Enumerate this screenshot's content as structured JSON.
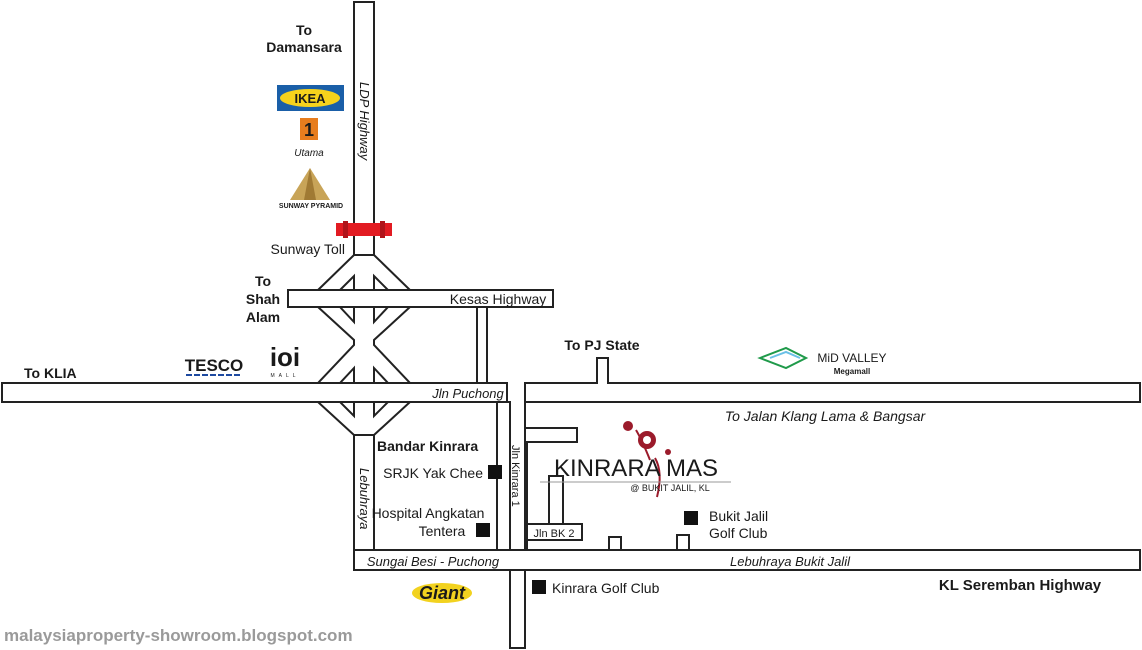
{
  "places": {
    "to_damansara_1": "To",
    "to_damansara_2": "Damansara",
    "ldp_highway": "LDP Highway",
    "sunway_toll": "Sunway Toll",
    "to_shah_1": "To",
    "to_shah_2": "Shah",
    "to_shah_3": "Alam",
    "kesas_highway": "Kesas Highway",
    "to_klia": "To KLIA",
    "to_pj_state": "To PJ State",
    "jln_puchong": "Jln Puchong",
    "to_jalan_klang": "To Jalan Klang Lama & Bangsar",
    "bandar_kinrara": "Bandar Kinrara",
    "srjk_yak_chee": "SRJK Yak Chee",
    "hospital_1": "Hospital Angkatan",
    "hospital_2": "Tentera",
    "lebuhraya": "Lebuhraya",
    "jln_kinrara_1": "Jln Kinrara 1",
    "jln_bk2": "Jln BK 2",
    "bukit_jalil_golf_1": "Bukit Jalil",
    "bukit_jalil_golf_2": "Golf Club",
    "sungai_besi_puchong": "Sungai Besi - Puchong",
    "lebuhraya_bukit_jalil": "Lebuhraya Bukit Jalil",
    "kinrara_golf_club": "Kinrara Golf Club",
    "kl_seremban": "KL Seremban Highway"
  },
  "logos": {
    "ikea": "IKEA",
    "one_utama": "Utama",
    "sunway_pyramid": "SUNWAY PYRAMID",
    "tesco": "TESCO",
    "ioi": "ioi",
    "ioi_mall": "MALL",
    "mid_valley": "MiD VALLEY",
    "megamall": "Megamall",
    "kinrara_mas": "KINRARA MAS",
    "kinrara_sub": "@ BUKIT JALIL, KL",
    "giant": "Giant"
  },
  "watermark": "malaysiaproperty-showroom.blogspot.com",
  "colors": {
    "road_outline": "#222222",
    "toll": "#e21b22",
    "ikea_blue": "#1a5fa8",
    "ikea_yellow": "#f6d21c",
    "tesco_red": "#e0232d",
    "tesco_blue": "#1e4aa1",
    "mid_valley_green": "#1f9a4a",
    "kinrara_red": "#9b1b2b",
    "giant_green": "#2f7d32",
    "watermark": "#9a9a9a"
  }
}
